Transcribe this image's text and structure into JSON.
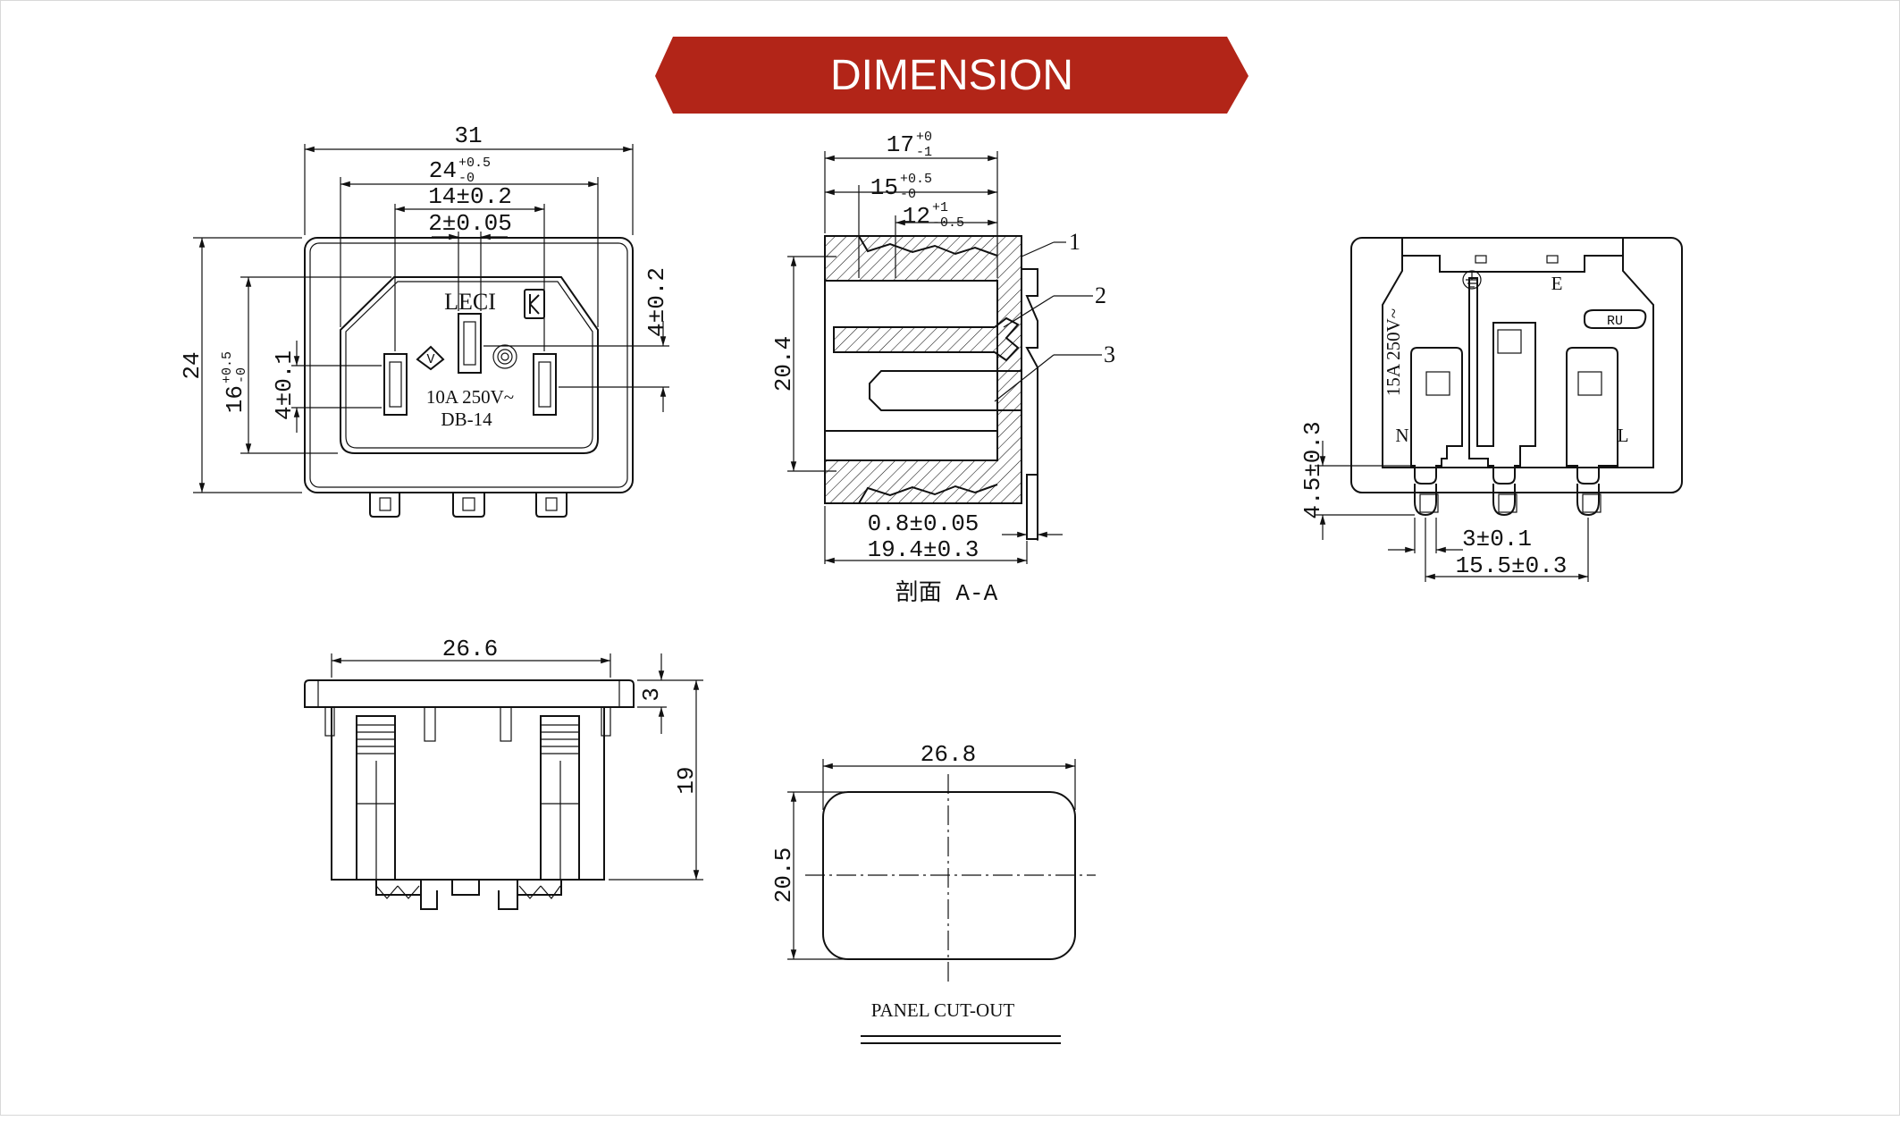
{
  "header": {
    "title": "DIMENSION",
    "bg_color": "#b22518"
  },
  "front_view": {
    "brand": "LECI",
    "rating": "10A 250V~",
    "model": "DB-14",
    "dims": {
      "overall_width": "31",
      "opening_width_base": "24",
      "opening_width_tol_upper": "+0.5",
      "opening_width_tol_lower": "-0",
      "pin_span": "14±0.2",
      "center_pin": "2±0.05",
      "height": "24",
      "opening_height_base": "16",
      "opening_height_tol_upper": "+0.5",
      "opening_height_tol_lower": "-0",
      "pin_length": "4±0.1",
      "center_pin_length": "4±0.2"
    }
  },
  "section_view": {
    "caption": "剖面 A-A",
    "dims": {
      "depth_base": "17",
      "depth_tol_upper": "+0",
      "depth_tol_lower": "-1",
      "depth2_base": "15",
      "depth2_tol_upper": "+0.5",
      "depth2_tol_lower": "-0",
      "depth3_base": "12",
      "depth3_tol_upper": "+1",
      "depth3_tol_lower": "-0.5",
      "height": "20.4",
      "thickness": "0.8±0.05",
      "overall_depth": "19.4±0.3"
    },
    "callouts": [
      "1",
      "2",
      "3"
    ]
  },
  "rear_view": {
    "rating": "15A 250V~",
    "labels": {
      "neutral": "N",
      "earth": "E",
      "live": "L"
    },
    "dims": {
      "terminal_length": "4.5±0.3",
      "terminal_pitch": "3±0.1",
      "terminal_span": "15.5±0.3"
    }
  },
  "side_view": {
    "dims": {
      "width": "26.6",
      "flange": "3",
      "height": "19"
    }
  },
  "panel_cutout": {
    "caption": "PANEL CUT-OUT",
    "dims": {
      "width": "26.8",
      "height": "20.5"
    }
  }
}
